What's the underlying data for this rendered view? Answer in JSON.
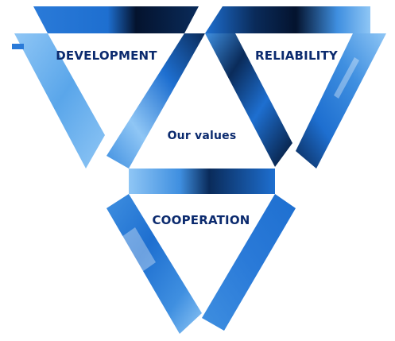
{
  "values": {
    "center_label": "Our values",
    "items": [
      {
        "label": "DEVELOPMENT"
      },
      {
        "label": "RELIABILITY"
      },
      {
        "label": "COOPERATION"
      }
    ]
  },
  "colors": {
    "text": "#0b2a6e",
    "band_light": "#8fc6f5",
    "band_mid": "#3f8fe0",
    "band_main": "#1e6fd0",
    "band_dark": "#0a2b5a",
    "band_darkest": "#04132e",
    "background": "#ffffff"
  }
}
